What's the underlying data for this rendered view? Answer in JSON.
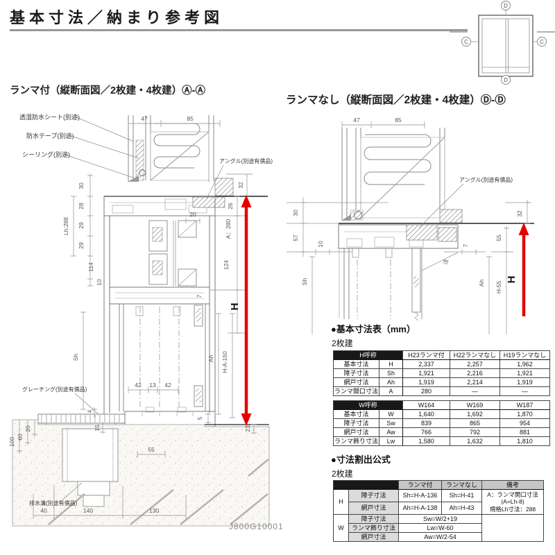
{
  "page": {
    "title": "基本寸法／納まり参考図",
    "doc_code": "J800G10001"
  },
  "colors": {
    "accent_red": "#e60000",
    "rule_gray": "#999999",
    "line_gray": "#8a8a8a"
  },
  "schematic": {
    "d": "D",
    "c": "C"
  },
  "left": {
    "title": "ランマ付（縦断面図／2枚建・4枚建）Ⓐ-Ⓐ",
    "labels": {
      "sheet": "透湿防水シート(別途)",
      "tape": "防水テープ(別途)",
      "sealing": "シーリング(別途)",
      "angle": "アングル(別途有償品)",
      "grating": "グレーチング(別途有償品)",
      "drain": "排水溝(別途有償品)"
    },
    "dims": {
      "w47": "47",
      "w85": "85",
      "v30": "30",
      "v28": "28",
      "v29a": "29",
      "v29b": "29",
      "lh": "Lh:288",
      "v114": "114",
      "v10": "10",
      "sh": "Sh",
      "v4": "4",
      "v15": "15",
      "v20": "20",
      "v60": "60",
      "v100": "100",
      "w40": "40",
      "w140": "140",
      "w130": "130",
      "v55": "55",
      "g42a": "42",
      "g13": "13",
      "g42b": "42",
      "t20": "20",
      "v32": "32",
      "v26": "26",
      "a280": "A：280",
      "v124": "124",
      "v7": "7",
      "ah": "Ah",
      "ha150": "H-A-150",
      "v5": "5",
      "v23": "23",
      "h": "H"
    }
  },
  "right": {
    "title": "ランマなし（縦断面図／2枚建・4枚建）Ⓓ-Ⓓ",
    "labels": {
      "angle": "アングル(別途有償品)"
    },
    "dims": {
      "w47": "47",
      "w85": "85",
      "v30": "30",
      "v57": "57",
      "v10": "10",
      "sh": "Sh",
      "v7": "7",
      "note": "注",
      "ah": "Ah",
      "h55": "H-55",
      "v55": "55",
      "v32": "32",
      "h": "H"
    }
  },
  "tables": {
    "basic": {
      "title": "●基本寸法表（mm）",
      "subtitle": "2枚建",
      "h": {
        "name": "H呼称",
        "cols": [
          "H23ランマ付",
          "H22ランマなし",
          "H19ランマなし"
        ],
        "rows": [
          {
            "label": "基本寸法",
            "sym": "H",
            "v1": "2,337",
            "v2": "2,257",
            "v3": "1,962"
          },
          {
            "label": "障子寸法",
            "sym": "Sh",
            "v1": "1,921",
            "v2": "2,216",
            "v3": "1,921"
          },
          {
            "label": "網戸寸法",
            "sym": "Ah",
            "v1": "1,919",
            "v2": "2,214",
            "v3": "1,919"
          },
          {
            "label": "ランマ開口寸法",
            "sym": "A",
            "v1": "280",
            "v2": "―",
            "v3": "―"
          }
        ]
      },
      "w": {
        "name": "W呼称",
        "cols": [
          "W164",
          "W169",
          "W187"
        ],
        "rows": [
          {
            "label": "基本寸法",
            "sym": "W",
            "v1": "1,640",
            "v2": "1,692",
            "v3": "1,870"
          },
          {
            "label": "障子寸法",
            "sym": "Sw",
            "v1": "839",
            "v2": "865",
            "v3": "954"
          },
          {
            "label": "網戸寸法",
            "sym": "Aw",
            "v1": "766",
            "v2": "792",
            "v3": "881"
          },
          {
            "label": "ランマ飾り寸法",
            "sym": "Lw",
            "v1": "1,580",
            "v2": "1,632",
            "v3": "1,810"
          }
        ]
      }
    },
    "formula": {
      "title": "●寸法割出公式",
      "subtitle": "2枚建",
      "header": {
        "with": "ランマ付",
        "without": "ランマなし",
        "remarks": "備考"
      },
      "h_group": "H",
      "w_group": "W",
      "h_rows": [
        {
          "label": "障子寸法",
          "with": "Sh=H-A-136",
          "without": "Sh=H-41"
        },
        {
          "label": "網戸寸法",
          "with": "Ah=H-A-138",
          "without": "Ah=H-43"
        }
      ],
      "w_rows": [
        {
          "label": "障子寸法",
          "formula": "Sw=W/2+19"
        },
        {
          "label": "ランマ飾り寸法",
          "formula": "Lw=W-60"
        },
        {
          "label": "網戸寸法",
          "formula": "Aw=W/2-54"
        }
      ],
      "remark_lines": [
        "A：ランマ開口寸法",
        "(A=Lh-8)",
        "規格Lh寸法：288"
      ]
    }
  }
}
